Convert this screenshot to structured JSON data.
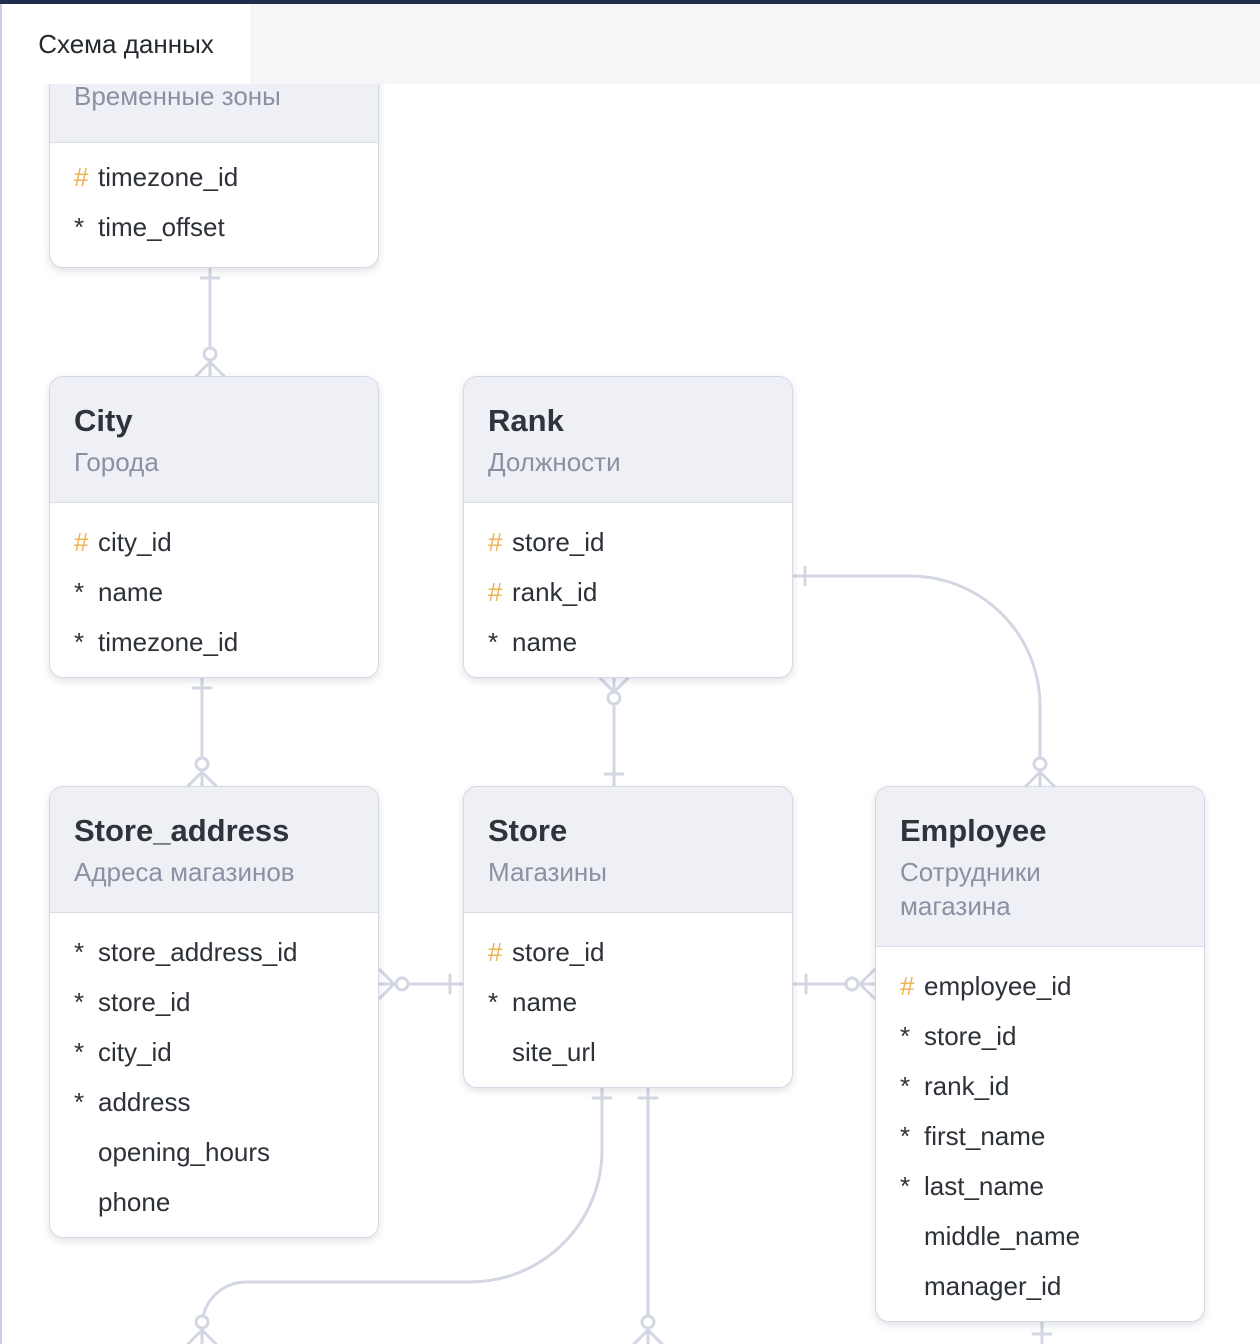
{
  "tab": {
    "label": "Схема данных"
  },
  "colors": {
    "link": "#d3d7e3",
    "pk_marker": "#efb04a",
    "subtitle": "#8a91a3",
    "header": "#eef0f5"
  },
  "entities": {
    "timezone": {
      "name": "",
      "subtitle": "Временные зоны",
      "attrs": [
        {
          "marker": "#",
          "name": "timezone_id"
        },
        {
          "marker": "*",
          "name": "time_offset"
        }
      ]
    },
    "city": {
      "name": "City",
      "subtitle": "Города",
      "attrs": [
        {
          "marker": "#",
          "name": "city_id"
        },
        {
          "marker": "*",
          "name": "name"
        },
        {
          "marker": "*",
          "name": "timezone_id"
        }
      ]
    },
    "rank": {
      "name": "Rank",
      "subtitle": "Должности",
      "attrs": [
        {
          "marker": "#",
          "name": "store_id"
        },
        {
          "marker": "#",
          "name": "rank_id"
        },
        {
          "marker": "*",
          "name": "name"
        }
      ]
    },
    "store_address": {
      "name": "Store_address",
      "subtitle": "Адреса магазинов",
      "attrs": [
        {
          "marker": "*",
          "name": "store_address_id"
        },
        {
          "marker": "*",
          "name": "store_id"
        },
        {
          "marker": "*",
          "name": "city_id"
        },
        {
          "marker": "*",
          "name": "address"
        },
        {
          "marker": "",
          "name": "opening_hours"
        },
        {
          "marker": "",
          "name": "phone"
        }
      ]
    },
    "store": {
      "name": "Store",
      "subtitle": "Магазины",
      "attrs": [
        {
          "marker": "#",
          "name": "store_id"
        },
        {
          "marker": "*",
          "name": "name"
        },
        {
          "marker": "",
          "name": "site_url"
        }
      ]
    },
    "employee": {
      "name": "Employee",
      "subtitle": "Сотрудники магазина",
      "attrs": [
        {
          "marker": "#",
          "name": "employee_id"
        },
        {
          "marker": "*",
          "name": "store_id"
        },
        {
          "marker": "*",
          "name": "rank_id"
        },
        {
          "marker": "*",
          "name": "first_name"
        },
        {
          "marker": "*",
          "name": "last_name"
        },
        {
          "marker": "",
          "name": "middle_name"
        },
        {
          "marker": "",
          "name": "manager_id"
        }
      ]
    }
  }
}
